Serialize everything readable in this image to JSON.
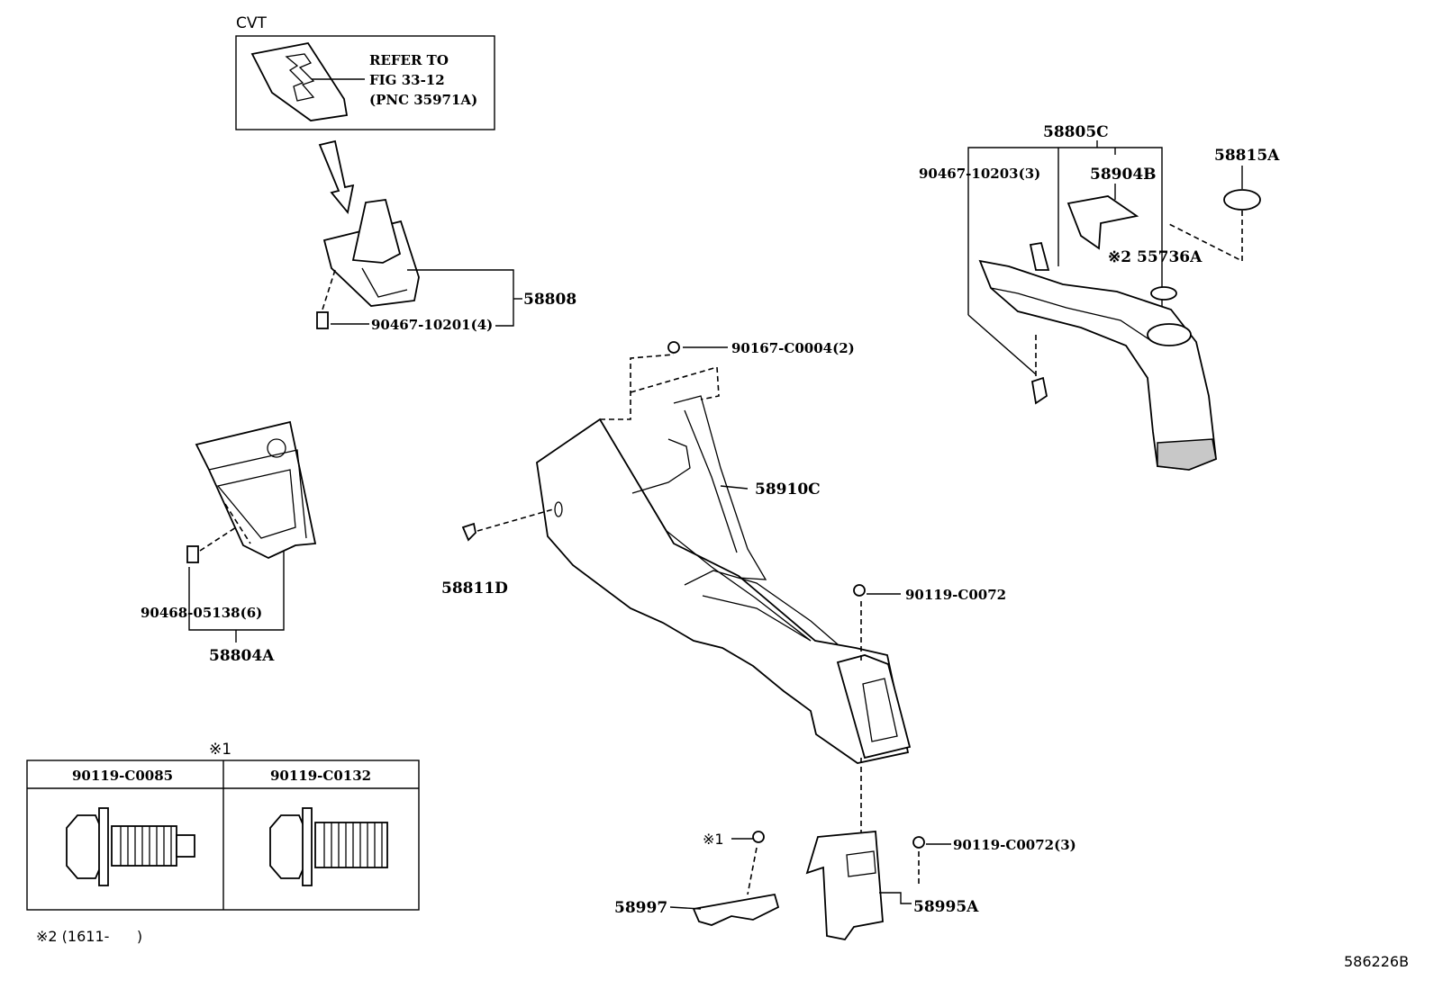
{
  "labels": {
    "cvt": "CVT",
    "refer_line1": "REFER TO",
    "refer_line2": "FIG 33-12",
    "refer_line3": "(PNC 35971A)",
    "p58808": "58808",
    "p90467_10201": "90467-10201(4)",
    "p58804a": "58804A",
    "p90468_05138": "90468-05138(6)",
    "p90167_c0004": "90167-C0004(2)",
    "p58910c": "58910C",
    "p58811d": "58811D",
    "p90119_c0072": "90119-C0072",
    "p90119_c0072_3": "90119-C0072(3)",
    "p58995a": "58995A",
    "p58997": "58997",
    "mark1_small": "※1",
    "p58805c": "58805C",
    "p90467_10203": "90467-10203(3)",
    "p58904b": "58904B",
    "p58815a": "58815A",
    "mark2_55736a": "※2 55736A",
    "diagram_id": "586226B"
  },
  "bolt_table": {
    "title": "※1",
    "col1": "90119-C0085",
    "col2": "90119-C0132"
  },
  "footnote": "※2 (1611-      )"
}
